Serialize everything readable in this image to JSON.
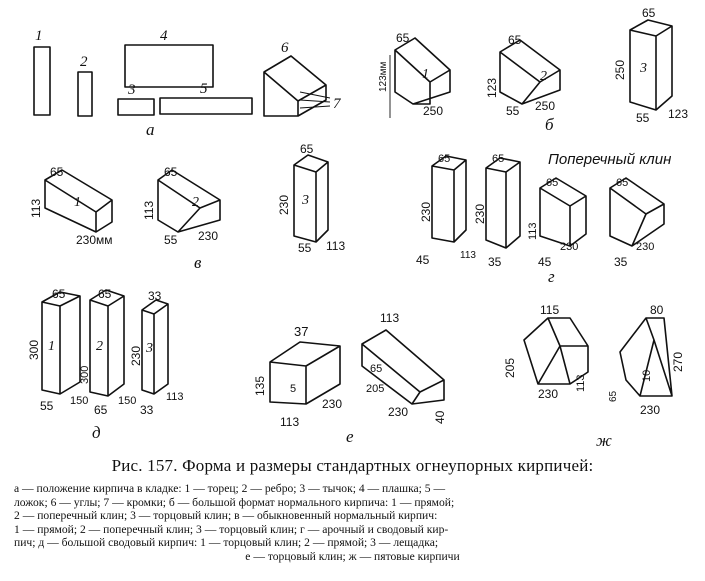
{
  "caption": {
    "title": "Рис. 157. Форма и размеры стандартных огнеупорных кирпичей:",
    "lines": [
      "а — положение кирпича в кладке: 1 — торец; 2 — ребро; 3 — тычок; 4 — плашка; 5 —",
      "ложок; 6 — углы; 7 — кромки; б — большой формат нормального кирпича: 1 — прямой;",
      "2 — поперечный клин; 3 — торцовый клин; в — обыкновенный нормальный кирпич:",
      "1 — прямой; 2 — поперечный клин; 3 — торцовый клин; г — арочный и сводовый кир-",
      "пич; д — большой сводовый кирпич: 1 — торцовый клин; 2 — прямой; 3 — лещадка;",
      "е — торцовый клин; ж — пятовые кирпичи"
    ]
  },
  "figure": {
    "section_labels": {
      "a": "а",
      "b": "б",
      "v": "в",
      "g": "г",
      "d": "д",
      "e": "е",
      "zh": "ж"
    },
    "part_a": {
      "n1": "1",
      "n2": "2",
      "n3": "3",
      "n4": "4",
      "n5": "5",
      "n6": "6",
      "n7": "7"
    },
    "part_b": {
      "b1": {
        "num": "1",
        "top": "65",
        "height": "123мм",
        "length": "250"
      },
      "b2": {
        "num": "2",
        "top": "65",
        "height": "123",
        "bottom": "55",
        "length": "250"
      },
      "b3": {
        "num": "3",
        "top": "65",
        "height": "250",
        "bottom": "55",
        "width": "123"
      }
    },
    "part_v": {
      "v1": {
        "num": "1",
        "top": "65",
        "height": "113",
        "length": "230мм"
      },
      "v2": {
        "num": "2",
        "top": "65",
        "height": "113",
        "bottom": "55",
        "length": "230"
      },
      "v3": {
        "num": "3",
        "top": "65",
        "height": "230",
        "bottom": "55",
        "width": "113"
      }
    },
    "part_g": {
      "heading": "Поперечный клин",
      "g1": {
        "top": "65",
        "height": "230",
        "bottom": "45",
        "width": "113"
      },
      "g2": {
        "top": "65",
        "height": "230",
        "bottom": "35"
      },
      "g3": {
        "top": "65",
        "height": "113",
        "bottom": "45",
        "length": "230"
      },
      "g4": {
        "top": "65",
        "bottom": "35",
        "length": "230"
      }
    },
    "part_d": {
      "d1": {
        "num": "1",
        "top": "65",
        "height": "300",
        "bottom": "55",
        "width": "150"
      },
      "d2": {
        "num": "2",
        "top": "65",
        "height": "300",
        "bottom": "65",
        "width": "150"
      },
      "d3": {
        "num": "3",
        "top": "33",
        "height": "230",
        "bottom": "33",
        "width": "113"
      }
    },
    "part_e": {
      "left": {
        "top": "37",
        "height": "135",
        "inner": "5",
        "length": "230",
        "width": "113"
      },
      "right": {
        "top": "113",
        "side": "65",
        "side2": "205",
        "length": "230",
        "end": "40"
      }
    },
    "part_zh": {
      "left": {
        "top": "115",
        "height": "205",
        "length": "230",
        "width": "113"
      },
      "right": {
        "top": "80",
        "height": "270",
        "inner": "10",
        "side": "65",
        "length": "230"
      }
    }
  }
}
